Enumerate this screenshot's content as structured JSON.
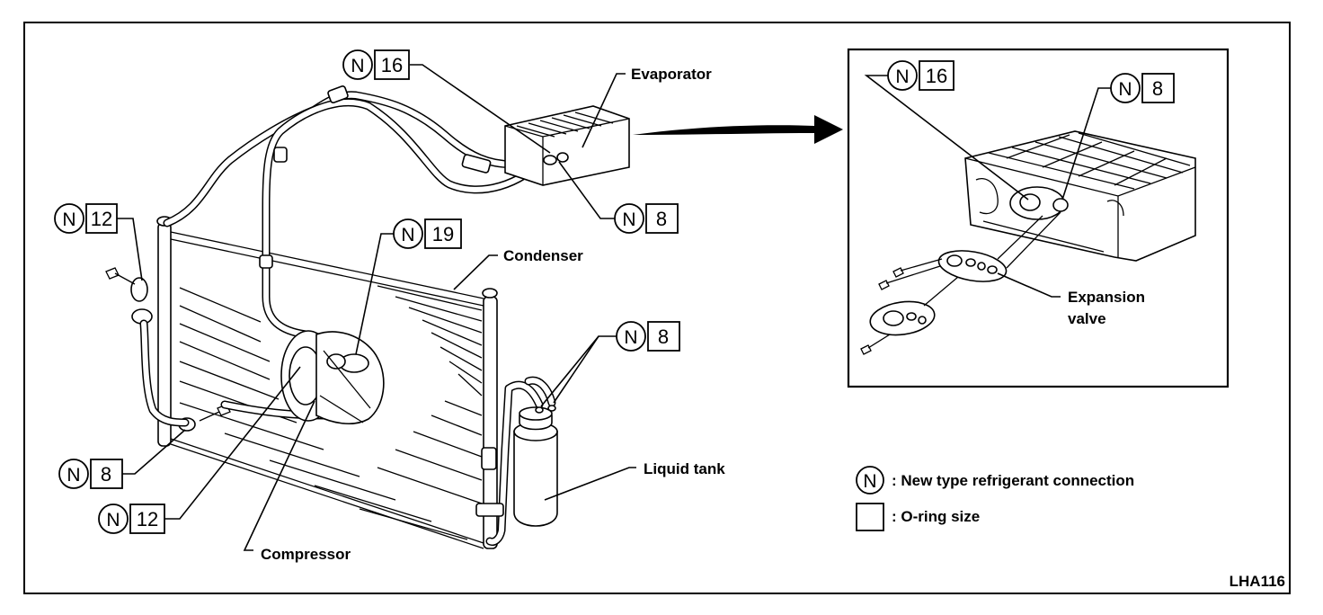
{
  "labels": {
    "evaporator": "Evaporator",
    "condenser": "Condenser",
    "compressor": "Compressor",
    "liquid_tank": "Liquid tank",
    "expansion_valve_line1": "Expansion",
    "expansion_valve_line2": "valve"
  },
  "callouts": {
    "n_letter": "N",
    "evap_top": "16",
    "evap_right": "8",
    "cond_left": "12",
    "compressor_top": "19",
    "tank_right": "8",
    "cond_bottom": "8",
    "compressor_bottom": "12",
    "inset_left": "16",
    "inset_right": "8"
  },
  "legend": {
    "n_meaning": ": New type refrigerant connection",
    "box_meaning": ": O-ring size"
  },
  "figure_code": "LHA116"
}
